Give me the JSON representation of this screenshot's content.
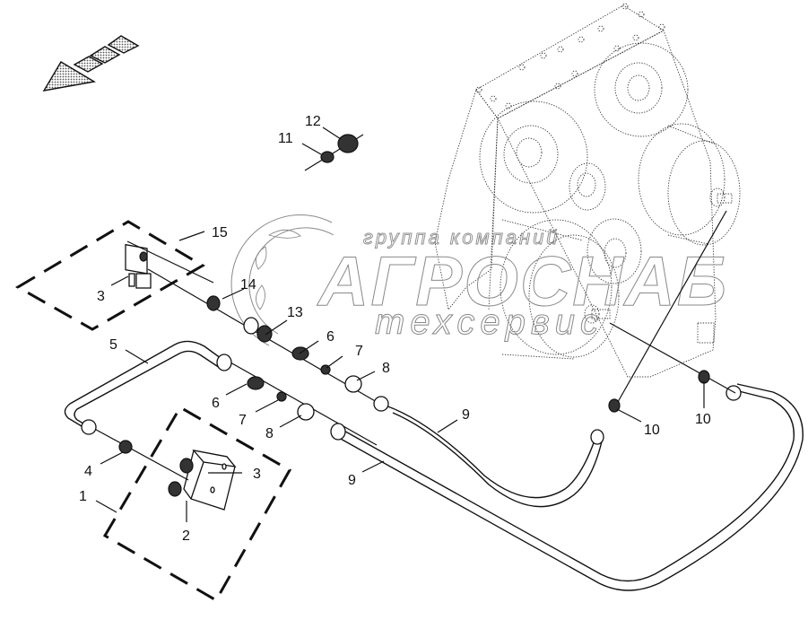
{
  "diagram": {
    "type": "exploded parts diagram",
    "subject": "Gearbox hydraulic lubrication lines with valve blocks",
    "direction_arrow": "travel-direction-arrow pointing lower-left",
    "colors": {
      "line": "#111111",
      "watermark": "#8a8a8a",
      "arrow_fill": "#c8c8c8",
      "background": "#ffffff"
    }
  },
  "watermark": {
    "line1": "группа компаний",
    "line2": "АГРОСНАБ",
    "line3": "техсервис"
  },
  "callouts": [
    {
      "id": "c1",
      "label": "1"
    },
    {
      "id": "c2",
      "label": "2"
    },
    {
      "id": "c3a",
      "label": "3"
    },
    {
      "id": "c3b",
      "label": "3"
    },
    {
      "id": "c4",
      "label": "4"
    },
    {
      "id": "c5",
      "label": "5"
    },
    {
      "id": "c6a",
      "label": "6"
    },
    {
      "id": "c6b",
      "label": "6"
    },
    {
      "id": "c7a",
      "label": "7"
    },
    {
      "id": "c7b",
      "label": "7"
    },
    {
      "id": "c8a",
      "label": "8"
    },
    {
      "id": "c8b",
      "label": "8"
    },
    {
      "id": "c9a",
      "label": "9"
    },
    {
      "id": "c9b",
      "label": "9"
    },
    {
      "id": "c10a",
      "label": "10"
    },
    {
      "id": "c10b",
      "label": "10"
    },
    {
      "id": "c11",
      "label": "11"
    },
    {
      "id": "c12",
      "label": "12"
    },
    {
      "id": "c13",
      "label": "13"
    },
    {
      "id": "c14",
      "label": "14"
    },
    {
      "id": "c15",
      "label": "15"
    }
  ]
}
